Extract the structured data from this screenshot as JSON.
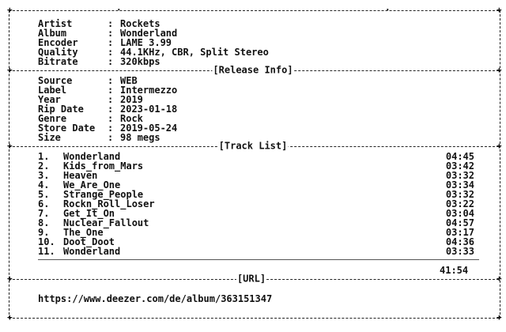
{
  "header_tag": "·",
  "sections": {
    "release_info": "[Release Info]",
    "track_list": "[Track List]",
    "url": "[URL]"
  },
  "audio_info": [
    {
      "label": "Artist",
      "value": "Rockets"
    },
    {
      "label": "Album",
      "value": "Wonderland"
    },
    {
      "label": "Encoder",
      "value": "LAME 3.99"
    },
    {
      "label": "Quality",
      "value": "44.1KHz, CBR, Split Stereo"
    },
    {
      "label": "Bitrate",
      "value": "320kbps"
    }
  ],
  "release_info": [
    {
      "label": "Source",
      "value": "WEB"
    },
    {
      "label": "Label",
      "value": "Intermezzo"
    },
    {
      "label": "Year",
      "value": "2019"
    },
    {
      "label": "Rip Date",
      "value": "2023-01-18"
    },
    {
      "label": "Genre",
      "value": "Rock"
    },
    {
      "label": "Store Date",
      "value": "2019-05-24"
    },
    {
      "label": "Size",
      "value": "98 megs"
    }
  ],
  "separator": ":",
  "tracks": [
    {
      "num": "1.",
      "title": "Wonderland",
      "length": "04:45"
    },
    {
      "num": "2.",
      "title": "Kids_from_Mars",
      "length": "03:42"
    },
    {
      "num": "3.",
      "title": "Heaven",
      "length": "03:32"
    },
    {
      "num": "4.",
      "title": "We_Are_One",
      "length": "03:34"
    },
    {
      "num": "5.",
      "title": "Strange_People",
      "length": "03:32"
    },
    {
      "num": "6.",
      "title": "Rockn_Roll_Loser",
      "length": "03:22"
    },
    {
      "num": "7.",
      "title": "Get_It_On",
      "length": "03:04"
    },
    {
      "num": "8.",
      "title": "Nuclear_Fallout",
      "length": "04:57"
    },
    {
      "num": "9.",
      "title": "The_One",
      "length": "03:17"
    },
    {
      "num": "10.",
      "title": "Doot_Doot",
      "length": "04:36"
    },
    {
      "num": "11.",
      "title": "Wonderland",
      "length": "03:33"
    }
  ],
  "total_length": "41:54",
  "url": "https://www.deezer.com/de/album/363151347"
}
